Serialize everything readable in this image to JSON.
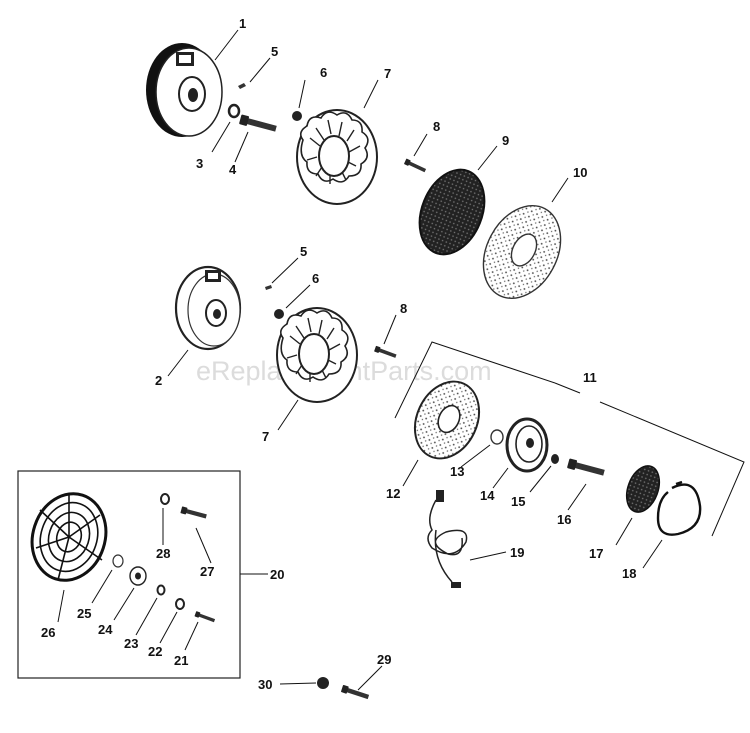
{
  "watermark": "eReplacementParts.com",
  "callouts": {
    "c1": "1",
    "c2": "2",
    "c3": "3",
    "c4": "4",
    "c5a": "5",
    "c5b": "5",
    "c6a": "6",
    "c6b": "6",
    "c7a": "7",
    "c7b": "7",
    "c8a": "8",
    "c8b": "8",
    "c9": "9",
    "c10": "10",
    "c11": "11",
    "c12": "12",
    "c13": "13",
    "c14": "14",
    "c15": "15",
    "c16": "16",
    "c17": "17",
    "c18": "18",
    "c19": "19",
    "c20": "20",
    "c21": "21",
    "c22": "22",
    "c23": "23",
    "c24": "24",
    "c25": "25",
    "c26": "26",
    "c27": "27",
    "c28": "28",
    "c29": "29",
    "c30": "30"
  }
}
